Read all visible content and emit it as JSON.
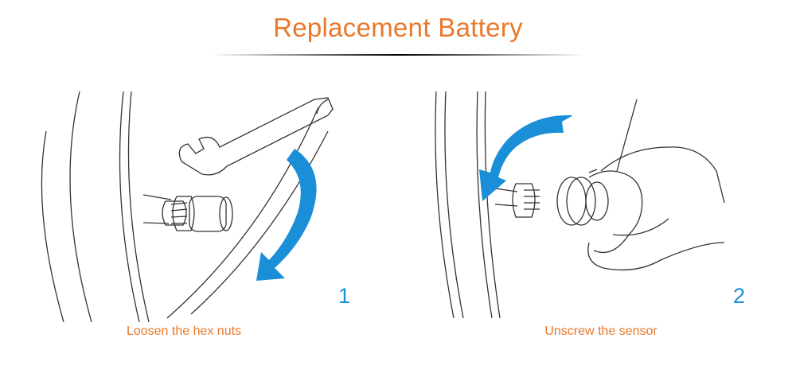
{
  "title": "Replacement Battery",
  "colors": {
    "accent": "#e8782c",
    "arrow": "#1a8fd8",
    "line": "#333333"
  },
  "steps": [
    {
      "number": "1",
      "caption": "Loosen the hex nuts"
    },
    {
      "number": "2",
      "caption": "Unscrew the sensor"
    }
  ]
}
